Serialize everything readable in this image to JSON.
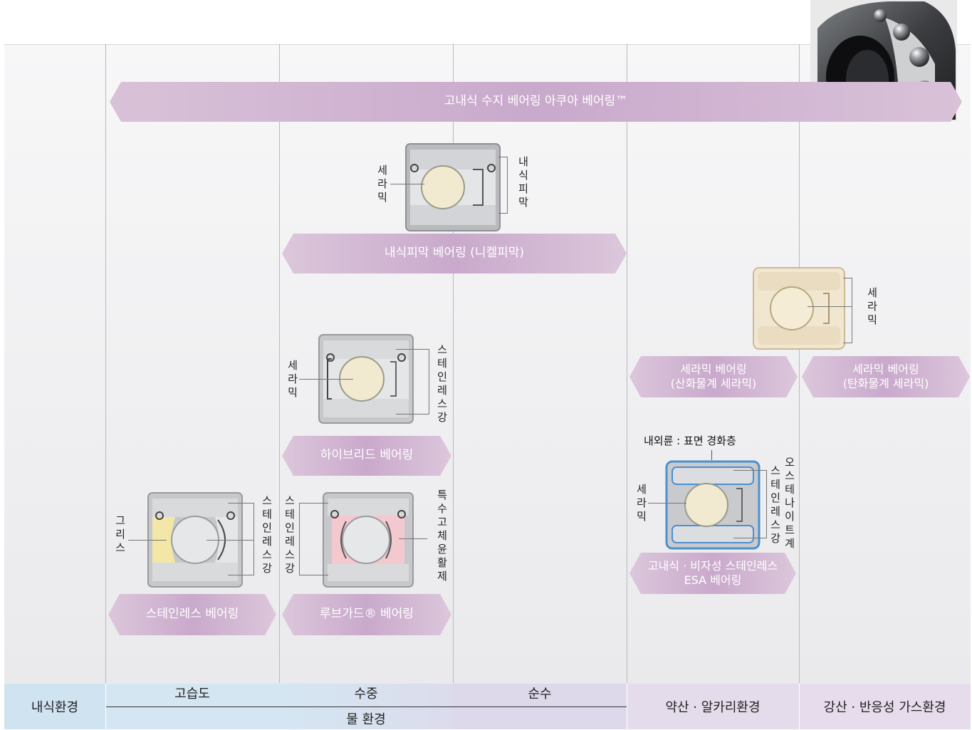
{
  "arrows": {
    "aqua": "고내식 수지 베어링 아쿠아 베어링™",
    "nickel": "내식피막 베어링 (니켈피막)",
    "ceramic_oxide": [
      "세라믹 베어링",
      "(산화물계 세라믹)"
    ],
    "ceramic_carbide": [
      "세라믹 베어링",
      "(탄화물계 세라믹)"
    ],
    "hybrid": "하이브리드 베어링",
    "stainless": "스테인레스 베어링",
    "lubguard": "루브가드® 베어링",
    "esa": [
      "고내식 · 비자성 스테인레스",
      "ESA 베어링"
    ]
  },
  "labels": {
    "ceramic": "세라믹",
    "coating": "내식피막",
    "stainless_steel": "스테인레스강",
    "grease": "그리스",
    "solid_lube": "특수고체윤활제",
    "austenitic": "오스테나이트계",
    "surface_hardened": "내외륜 : 표면 경화층"
  },
  "axis": {
    "corrosion_env": "내식환경",
    "high_humidity": "고습도",
    "underwater": "수중",
    "pure_water": "순수",
    "water_env": "물 환경",
    "weak_acid": "약산 · 알카리환경",
    "strong_acid": "강산 · 반응성 가스환경"
  },
  "colors": {
    "arrow_fill": "#d6b9d3",
    "axis_blue": "#cfe3f1",
    "axis_mauve": "#ddd2e6",
    "ring_gray": "#c9cacd",
    "ceramic_ball": "#f2ead0",
    "grease_yellow": "#f3e7a8",
    "lube_pink": "#f3c9cf",
    "esa_blue": "#4a90d0"
  }
}
